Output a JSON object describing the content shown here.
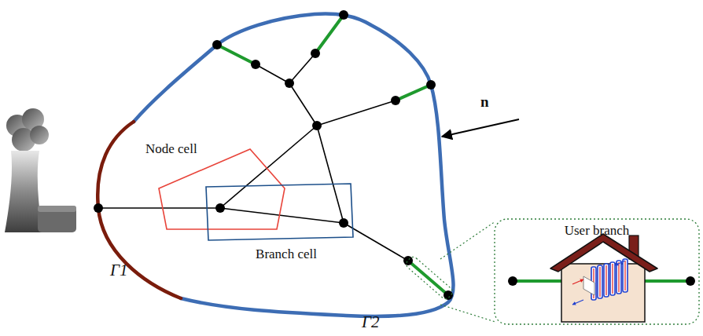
{
  "diagram": {
    "nodes": [
      {
        "text": [
          "Node cell"
        ]
      },
      {
        "text": [
          "Branch cell"
        ]
      },
      {
        "text": [
          "User branch"
        ]
      }
    ],
    "labels": [
      "Γ1",
      "Γ2",
      "n"
    ]
  }
}
